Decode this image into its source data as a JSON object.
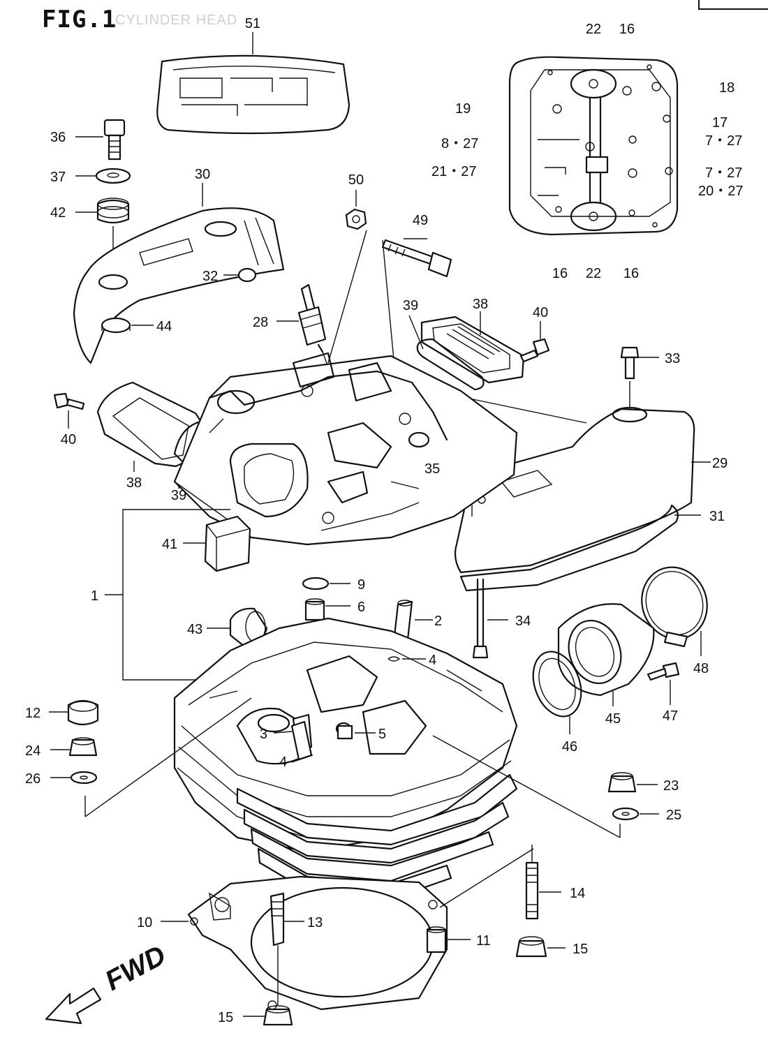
{
  "figure": {
    "title": "FIG.1",
    "subtitle": "CYLINDER HEAD",
    "direction_label": "FWD"
  },
  "callouts": [
    {
      "id": "c51",
      "text": "51"
    },
    {
      "id": "c22a",
      "text": "22"
    },
    {
      "id": "c16a",
      "text": "16"
    },
    {
      "id": "c18",
      "text": "18"
    },
    {
      "id": "c19",
      "text": "19"
    },
    {
      "id": "c17",
      "text": "17"
    },
    {
      "id": "c8-27",
      "text": "8・27"
    },
    {
      "id": "c7-27a",
      "text": "7・27"
    },
    {
      "id": "c21-27",
      "text": "21・27"
    },
    {
      "id": "c7-27b",
      "text": "7・27"
    },
    {
      "id": "c20-27",
      "text": "20・27"
    },
    {
      "id": "c16b",
      "text": "16"
    },
    {
      "id": "c22b",
      "text": "22"
    },
    {
      "id": "c16c",
      "text": "16"
    },
    {
      "id": "c36",
      "text": "36"
    },
    {
      "id": "c37",
      "text": "37"
    },
    {
      "id": "c30",
      "text": "30"
    },
    {
      "id": "c42",
      "text": "42"
    },
    {
      "id": "c50",
      "text": "50"
    },
    {
      "id": "c49",
      "text": "49"
    },
    {
      "id": "c32",
      "text": "32"
    },
    {
      "id": "c39a",
      "text": "39"
    },
    {
      "id": "c38a",
      "text": "38"
    },
    {
      "id": "c40a",
      "text": "40"
    },
    {
      "id": "c44",
      "text": "44"
    },
    {
      "id": "c28",
      "text": "28"
    },
    {
      "id": "c33",
      "text": "33"
    },
    {
      "id": "c40b",
      "text": "40"
    },
    {
      "id": "c35",
      "text": "35"
    },
    {
      "id": "c29",
      "text": "29"
    },
    {
      "id": "c38b",
      "text": "38"
    },
    {
      "id": "c39b",
      "text": "39"
    },
    {
      "id": "c31",
      "text": "31"
    },
    {
      "id": "c41",
      "text": "41"
    },
    {
      "id": "c9",
      "text": "9"
    },
    {
      "id": "c1",
      "text": "1"
    },
    {
      "id": "c6",
      "text": "6"
    },
    {
      "id": "c2",
      "text": "2"
    },
    {
      "id": "c43",
      "text": "43"
    },
    {
      "id": "c34",
      "text": "34"
    },
    {
      "id": "c4a",
      "text": "4"
    },
    {
      "id": "c48",
      "text": "48"
    },
    {
      "id": "c12",
      "text": "12"
    },
    {
      "id": "c47",
      "text": "47"
    },
    {
      "id": "c45",
      "text": "45"
    },
    {
      "id": "c3",
      "text": "3"
    },
    {
      "id": "c5",
      "text": "5"
    },
    {
      "id": "c46",
      "text": "46"
    },
    {
      "id": "c24",
      "text": "24"
    },
    {
      "id": "c4b",
      "text": "4"
    },
    {
      "id": "c26",
      "text": "26"
    },
    {
      "id": "c23",
      "text": "23"
    },
    {
      "id": "c25",
      "text": "25"
    },
    {
      "id": "c14",
      "text": "14"
    },
    {
      "id": "c10",
      "text": "10"
    },
    {
      "id": "c13",
      "text": "13"
    },
    {
      "id": "c11",
      "text": "11"
    },
    {
      "id": "c15a",
      "text": "15"
    },
    {
      "id": "c15b",
      "text": "15"
    }
  ]
}
